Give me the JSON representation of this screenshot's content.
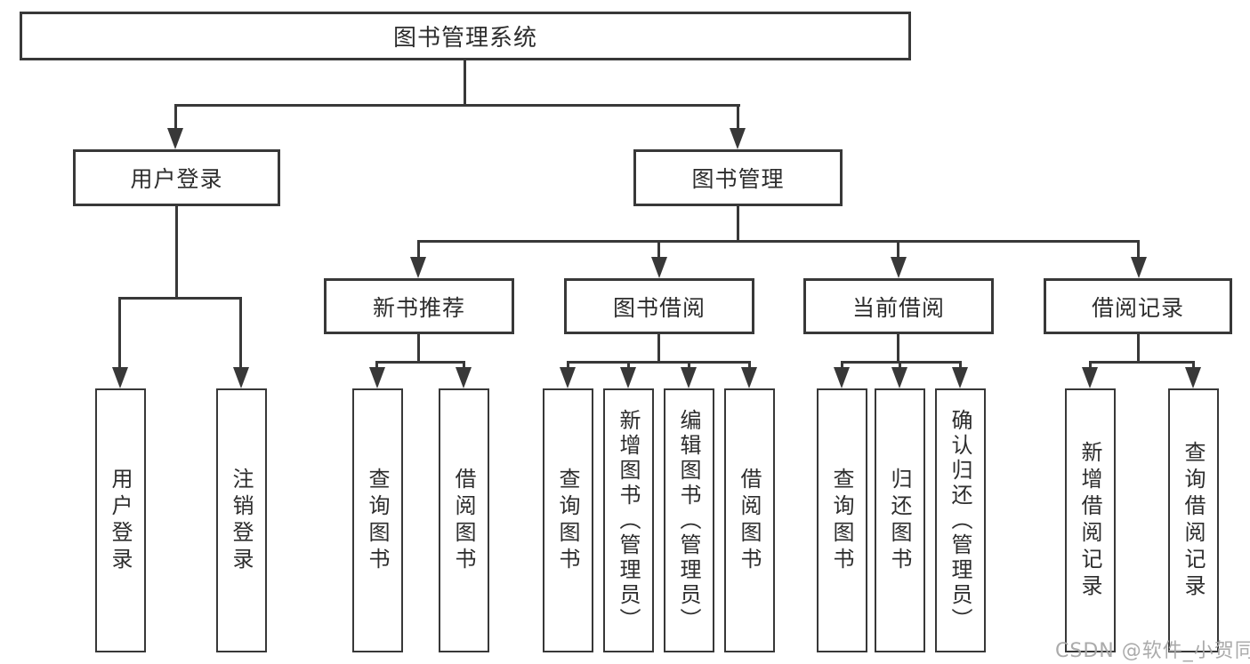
{
  "colors": {
    "line": "#383838",
    "text": "#2d2d2d",
    "box_background": "#ffffff",
    "watermark": "#a6a6a6",
    "background": "#ffffff"
  },
  "diagram": {
    "type": "tree",
    "root": {
      "label": "图书管理系统"
    },
    "level2": [
      {
        "label": "用户登录",
        "parent": "图书管理系统"
      },
      {
        "label": "图书管理",
        "parent": "图书管理系统"
      }
    ],
    "level3": [
      {
        "label": "新书推荐",
        "parent": "图书管理"
      },
      {
        "label": "图书借阅",
        "parent": "图书管理"
      },
      {
        "label": "当前借阅",
        "parent": "图书管理"
      },
      {
        "label": "借阅记录",
        "parent": "图书管理"
      }
    ],
    "leaves": [
      {
        "label": "用户登录",
        "parent": "用户登录"
      },
      {
        "label": "注销登录",
        "parent": "用户登录"
      },
      {
        "label": "查询图书",
        "parent": "新书推荐"
      },
      {
        "label": "借阅图书",
        "parent": "新书推荐"
      },
      {
        "label": "查询图书",
        "parent": "图书借阅"
      },
      {
        "label": "新增图书（管理员）",
        "parent": "图书借阅"
      },
      {
        "label": "编辑图书（管理员）",
        "parent": "图书借阅"
      },
      {
        "label": "借阅图书",
        "parent": "图书借阅"
      },
      {
        "label": "查询图书",
        "parent": "当前借阅"
      },
      {
        "label": "归还图书",
        "parent": "当前借阅"
      },
      {
        "label": "确认归还（管理员）",
        "parent": "当前借阅"
      },
      {
        "label": "新增借阅记录",
        "parent": "借阅记录"
      },
      {
        "label": "查询借阅记录",
        "parent": "借阅记录"
      }
    ]
  },
  "watermark": {
    "text": "CSDN @软件_小贺同学"
  }
}
